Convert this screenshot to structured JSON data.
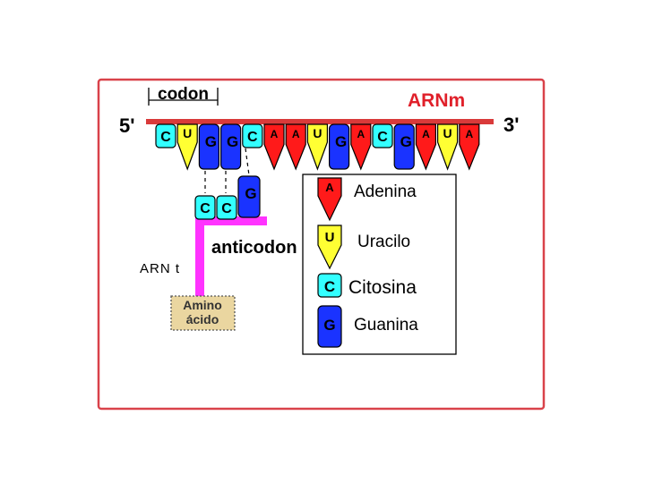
{
  "labels": {
    "codon": "codon",
    "mrna": "ARNm",
    "five_prime": "5'",
    "three_prime": "3'",
    "anticodon": "anticodon",
    "trna": "ARN t",
    "amino_line1": "Amino",
    "amino_line2": "ácido"
  },
  "mrna_bases": [
    "C",
    "U",
    "G",
    "G",
    "C",
    "A",
    "A",
    "U",
    "G",
    "A",
    "C",
    "G",
    "A",
    "U",
    "A"
  ],
  "anticodon_bases": [
    "C",
    "C",
    "G"
  ],
  "legend": [
    {
      "base": "A",
      "name": "Adenina"
    },
    {
      "base": "U",
      "name": "Uracilo"
    },
    {
      "base": "C",
      "name": "Citosina"
    },
    {
      "base": "G",
      "name": "Guanina"
    }
  ],
  "colors": {
    "A": "#ff1a1a",
    "U": "#ffff33",
    "C": "#33ffff",
    "G": "#1a33ff",
    "frame": "#d9424a",
    "mrna_label": "#e0202a",
    "trna": "#ff33ff",
    "amino": "#ead6a0"
  }
}
